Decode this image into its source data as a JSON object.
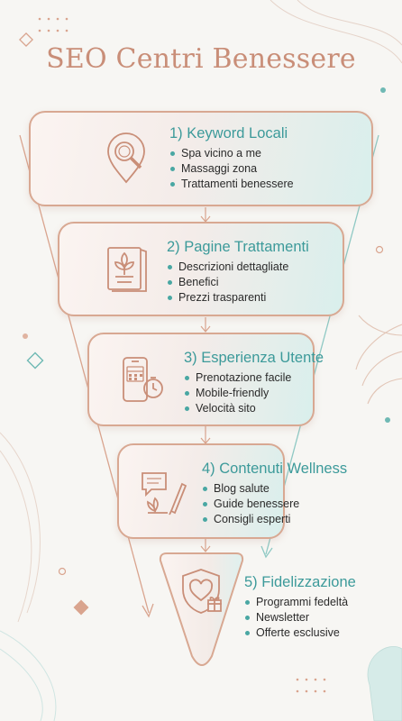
{
  "title": "SEO Centri Benessere",
  "colors": {
    "copper": "#c98e78",
    "teal": "#3c9a9a",
    "bullet": "#49a7a3"
  },
  "stages": [
    {
      "title": "1) Keyword Locali",
      "icon": "location-search-icon",
      "items": [
        "Spa vicino a me",
        "Massaggi zona",
        "Trattamenti benessere"
      ]
    },
    {
      "title": "2) Pagine Trattamenti",
      "icon": "treatment-menu-icon",
      "items": [
        "Descrizioni dettagliate",
        "Benefici",
        "Prezzi trasparenti"
      ]
    },
    {
      "title": "3) Esperienza Utente",
      "icon": "mobile-booking-icon",
      "items": [
        "Prenotazione facile",
        "Mobile-friendly",
        "Velocità sito"
      ]
    },
    {
      "title": "4) Contenuti Wellness",
      "icon": "content-writing-icon",
      "items": [
        "Blog salute",
        "Guide benessere",
        "Consigli esperti"
      ]
    },
    {
      "title": "5) Fidelizzazione",
      "icon": "loyalty-shield-icon",
      "items": [
        "Programmi fedeltà",
        "Newsletter",
        "Offerte esclusive"
      ]
    }
  ]
}
